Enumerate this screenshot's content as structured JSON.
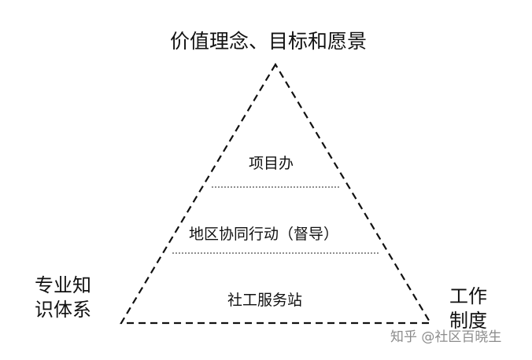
{
  "diagram": {
    "top_label": "价值理念、目标和愿景",
    "tiers": [
      {
        "label": "项目办"
      },
      {
        "label": "地区协同行动（督导）"
      },
      {
        "label": "社工服务站"
      }
    ],
    "left_label": {
      "line1": "专业知",
      "line2": "识体系"
    },
    "right_label": {
      "line1": "工作",
      "line2": "制度"
    },
    "watermark": "知乎 @社区百晓生"
  }
}
